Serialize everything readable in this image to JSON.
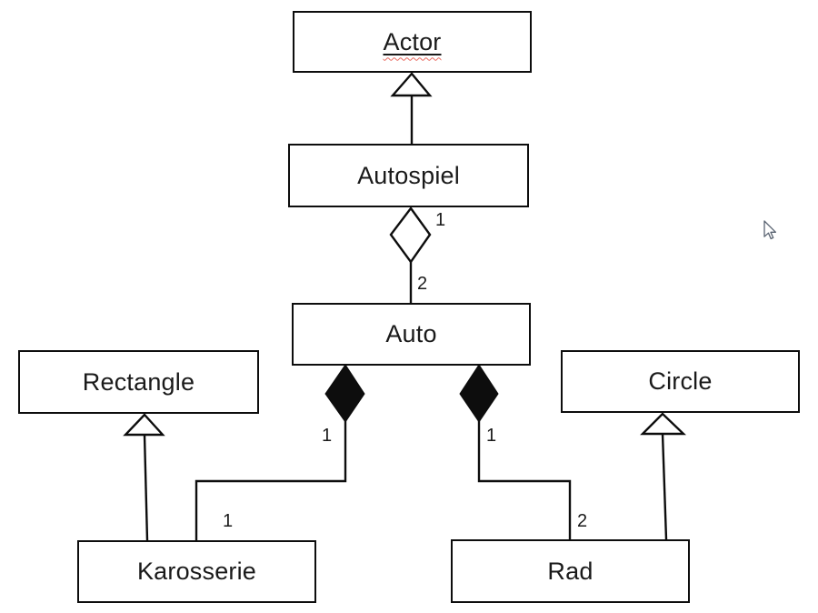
{
  "diagram": {
    "title_hint": "UML class diagram",
    "background_color": "#ffffff",
    "stroke_color": "#0d0d0d",
    "text_color": "#1a1a1a",
    "spellcheck_underline_color": "#e8695f",
    "classes": {
      "actor": {
        "label": "Actor",
        "underlined": true,
        "spellcheck_squiggle": true
      },
      "autospiel": {
        "label": "Autospiel"
      },
      "auto": {
        "label": "Auto"
      },
      "rectangle": {
        "label": "Rectangle"
      },
      "circle": {
        "label": "Circle"
      },
      "karosserie": {
        "label": "Karosserie"
      },
      "rad": {
        "label": "Rad"
      }
    },
    "relations": {
      "autospiel_extends_actor": {
        "type": "inheritance",
        "from": "Autospiel",
        "to": "Actor"
      },
      "autospiel_aggregates_auto": {
        "type": "aggregation",
        "from": "Autospiel",
        "to": "Auto",
        "near_autospiel": "1",
        "near_auto": "2"
      },
      "auto_composes_karosserie": {
        "type": "composition",
        "from": "Auto",
        "to": "Karosserie",
        "near_auto": "1",
        "near_karosserie": "1"
      },
      "auto_composes_rad": {
        "type": "composition",
        "from": "Auto",
        "to": "Rad",
        "near_auto": "1",
        "near_rad": "2"
      },
      "karosserie_extends_rectangle": {
        "type": "inheritance",
        "from": "Karosserie",
        "to": "Rectangle"
      },
      "rad_extends_circle": {
        "type": "inheritance",
        "from": "Rad",
        "to": "Circle"
      }
    },
    "cursor": {
      "type": "arrow-pointer",
      "outline_color": "#5a6472"
    }
  }
}
